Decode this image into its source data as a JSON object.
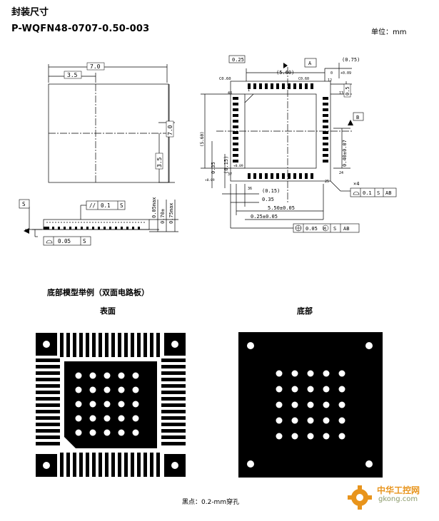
{
  "header": {
    "title": "封装尺寸",
    "part_number": "P-WQFN48-0707-0.50-003",
    "unit": "单位：mm"
  },
  "drawing_top": {
    "width_total": "7.0",
    "width_half": "3.5",
    "height_total": "7.0",
    "height_half": "3.5"
  },
  "drawing_side": {
    "datum_s": "S",
    "parallelism_value": "0.1",
    "parallelism_ref": "S",
    "flatness_value": "0.05",
    "flatness_ref": "S",
    "dim_a": "0.05max",
    "dim_b": "0.70±",
    "dim_c": "0.75max"
  },
  "drawing_bottom": {
    "dim_025": "0.25",
    "datum_a": "A",
    "dim_075": "(0.75)",
    "dim_560": "(5.60)",
    "chamfer_c": "C0.60",
    "chamfer_2": "C0.60",
    "pin_48": "48",
    "pin_37": "37",
    "pin_36": "36",
    "pin_25": "25",
    "pin_24": "24",
    "pin_13": "13",
    "pin_12": "12",
    "pin_1": "1",
    "pin_0": "0",
    "tol_002": "+0.09",
    "dim_05": "0.5",
    "datum_b": "B",
    "dim_040": "0.40±0.07",
    "dim_560v": "(5.60)",
    "dim_035v": "0.35",
    "dim_015v": "(0.15)",
    "tol_a": "+0.09",
    "tol_b": "+0.09",
    "dim_015h": "(0.15)",
    "dim_035h": "0.35",
    "dim_550": "5.50±0.05",
    "dim_025h": "0.25±0.05",
    "pos_value": "0.05",
    "pos_m": "M",
    "pos_s": "S",
    "pos_ab": "AB",
    "mult_4": "×4",
    "prof_value": "0.1",
    "prof_s": "S",
    "prof_ab": "AB"
  },
  "pcb_section": {
    "title": "底部模型举例（双面电路板）",
    "surface_label": "表面",
    "bottom_label": "底部",
    "note": "黑点：0.2-mm穿孔"
  },
  "watermark": {
    "cn": "中华工控网",
    "url": "gkong.com"
  },
  "colors": {
    "ink": "#000000",
    "paper": "#ffffff",
    "watermark": "#e8941c"
  }
}
